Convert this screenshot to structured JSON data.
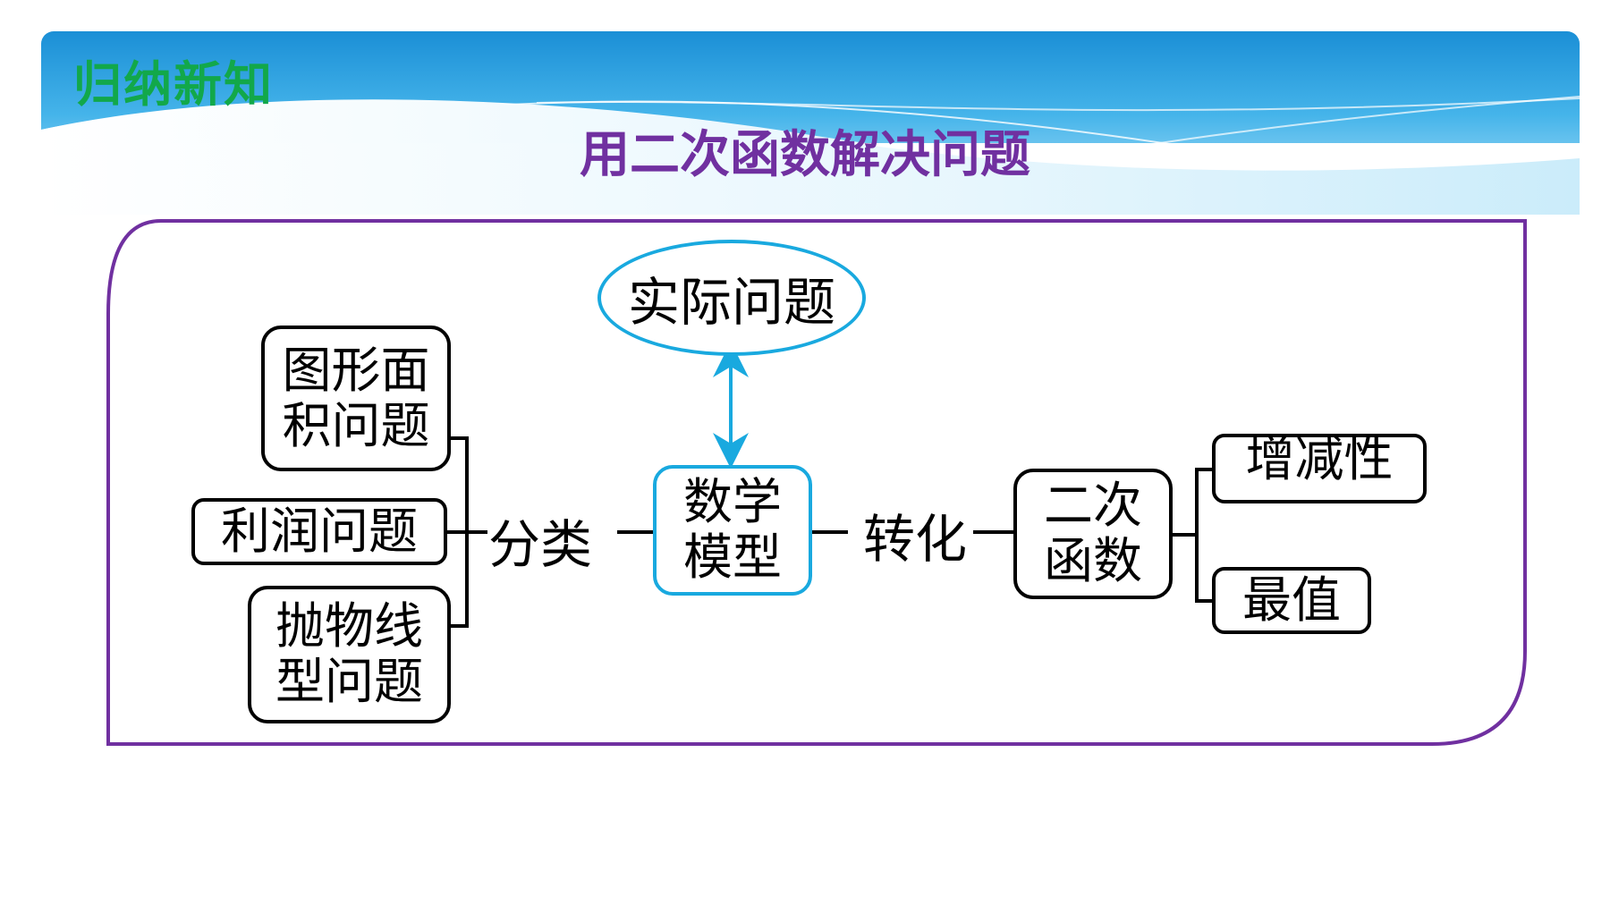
{
  "header": {
    "section_label": "归纳新知",
    "subtitle": "用二次函数解决问题"
  },
  "diagram": {
    "top_node": "实际问题",
    "center_node": [
      "数学",
      "模型"
    ],
    "left_nodes": {
      "area": [
        "图形面",
        "积问题"
      ],
      "profit": [
        "利润问题"
      ],
      "parabola": [
        "抛物线",
        "型问题"
      ]
    },
    "left_connector_label": "分类",
    "right_connector_label": "转化",
    "quadratic_node": [
      "二次",
      "函数"
    ],
    "right_nodes": {
      "monotonic": [
        "增减性"
      ],
      "extreme": [
        "最值"
      ]
    }
  },
  "colors": {
    "section_label": "#12a84a",
    "subtitle": "#7030a0",
    "frame": "#7030a0",
    "accent_blue": "#19a9df",
    "banner_top": "#1b8fd6",
    "banner_light": "#d8f0fb"
  }
}
